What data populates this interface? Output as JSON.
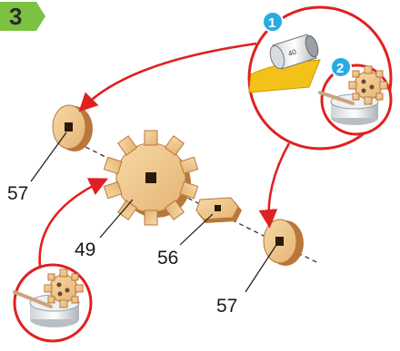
{
  "step": {
    "number": "3",
    "badge_color": "#7cc242"
  },
  "callouts": {
    "one": "1",
    "two": "2",
    "badge_color": "#29abe2"
  },
  "tape_label": "40",
  "parts": {
    "disk_left": "57",
    "gear": "49",
    "connector": "56",
    "disk_right": "57"
  },
  "colors": {
    "arrow": "#e02020",
    "wood_face": "#f2c98a",
    "wood_edge": "#b9773c",
    "glue_yellow": "#f2c21a"
  },
  "icons": [
    "gear-icon",
    "tape-roll-icon",
    "glue-pot-icon",
    "arrow-icon"
  ]
}
